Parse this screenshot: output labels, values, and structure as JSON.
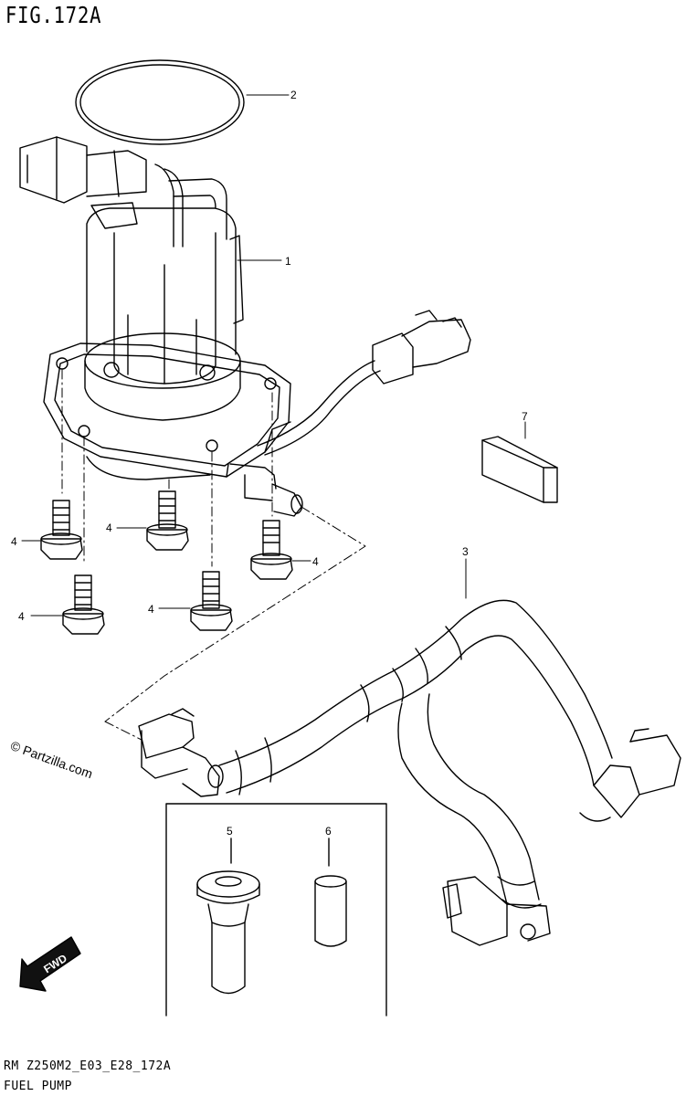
{
  "figure": {
    "title": "FIG.172A",
    "code": "RM Z250M2_E03_E28_172A",
    "name": "FUEL PUMP",
    "watermark": "© Partzilla.com"
  },
  "callouts": [
    {
      "id": "c1",
      "label": "1"
    },
    {
      "id": "c2",
      "label": "2"
    },
    {
      "id": "c3",
      "label": "3"
    },
    {
      "id": "c4a",
      "label": "4"
    },
    {
      "id": "c4b",
      "label": "4"
    },
    {
      "id": "c4c",
      "label": "4"
    },
    {
      "id": "c4d",
      "label": "4"
    },
    {
      "id": "c4e",
      "label": "4"
    },
    {
      "id": "c5",
      "label": "5"
    },
    {
      "id": "c6",
      "label": "6"
    },
    {
      "id": "c7",
      "label": "7"
    }
  ],
  "fwd_label": "FWD"
}
